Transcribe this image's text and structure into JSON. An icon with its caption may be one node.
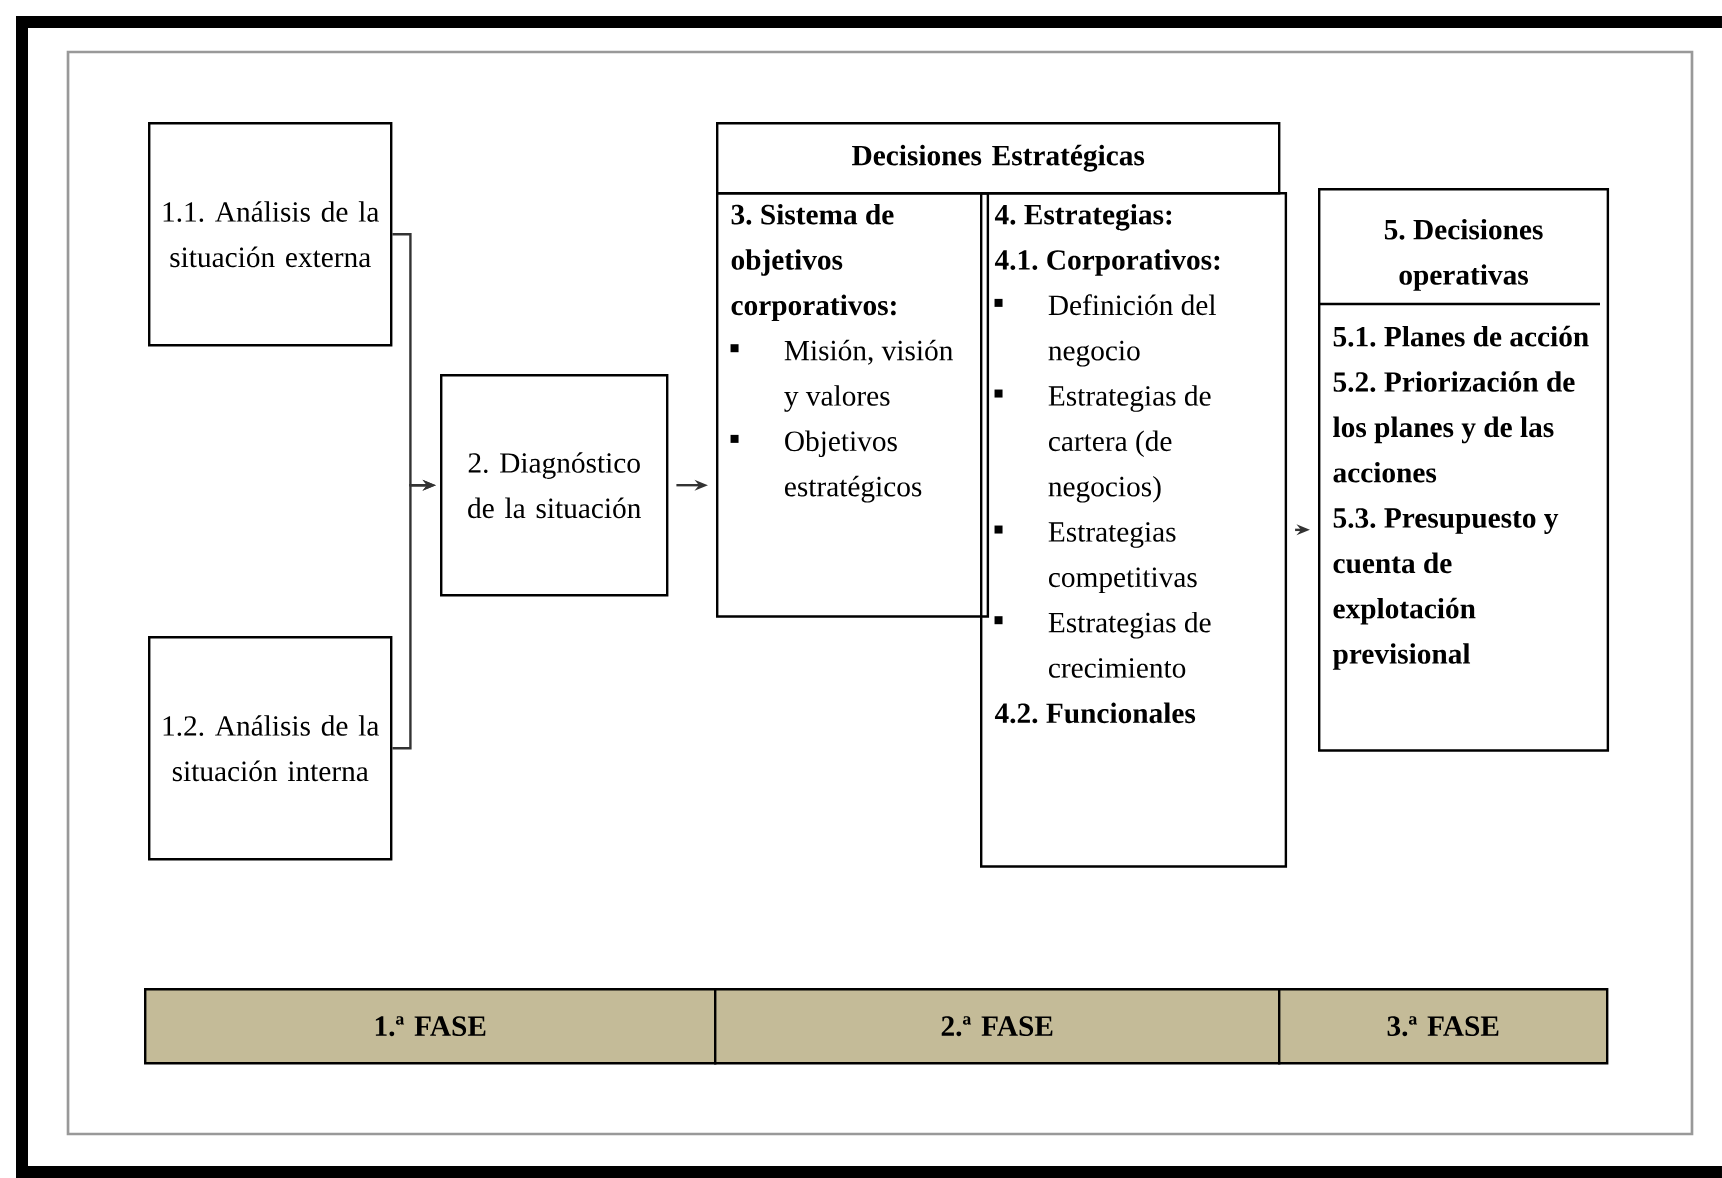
{
  "diagram": {
    "nodes": [
      {
        "text": [
          "1.1. Análisis de la situación externa"
        ]
      },
      {
        "text": [
          "1.2. Análisis de la situación interna"
        ]
      },
      {
        "text": [
          "2. Diagnóstico de la situación"
        ]
      },
      {
        "text": [
          "Decisiones Estratégicas"
        ]
      },
      {
        "text": [
          "3. Sistema de objetivos corporativos:",
          "Misión, visión y valores",
          "Objetivos estratégicos"
        ]
      },
      {
        "text": [
          "4. Estrategias:",
          "4.1. Corporativos:",
          "Definición del negocio",
          "Estrategias de cartera (de negocios)",
          "Estrategias competitivas",
          "Estrategias de crecimiento",
          "4.2. Funcionales"
        ]
      },
      {
        "text": [
          "5. Decisiones operativas",
          "5.1. Planes de acción",
          "5.2. Priorización de los planes y de las acciones",
          "5.3. Presupuesto y cuenta de explotación previsional"
        ]
      },
      {
        "text": [
          "1.ª FASE"
        ]
      },
      {
        "text": [
          "2.ª FASE"
        ]
      },
      {
        "text": [
          "3.ª FASE"
        ]
      }
    ],
    "edges": [
      {
        "from": 0,
        "to": 2,
        "arrow": "to"
      },
      {
        "from": 1,
        "to": 2,
        "arrow": "to"
      },
      {
        "from": 2,
        "to": 4,
        "arrow": "to"
      },
      {
        "from": 5,
        "to": 6,
        "arrow": "to"
      }
    ]
  }
}
